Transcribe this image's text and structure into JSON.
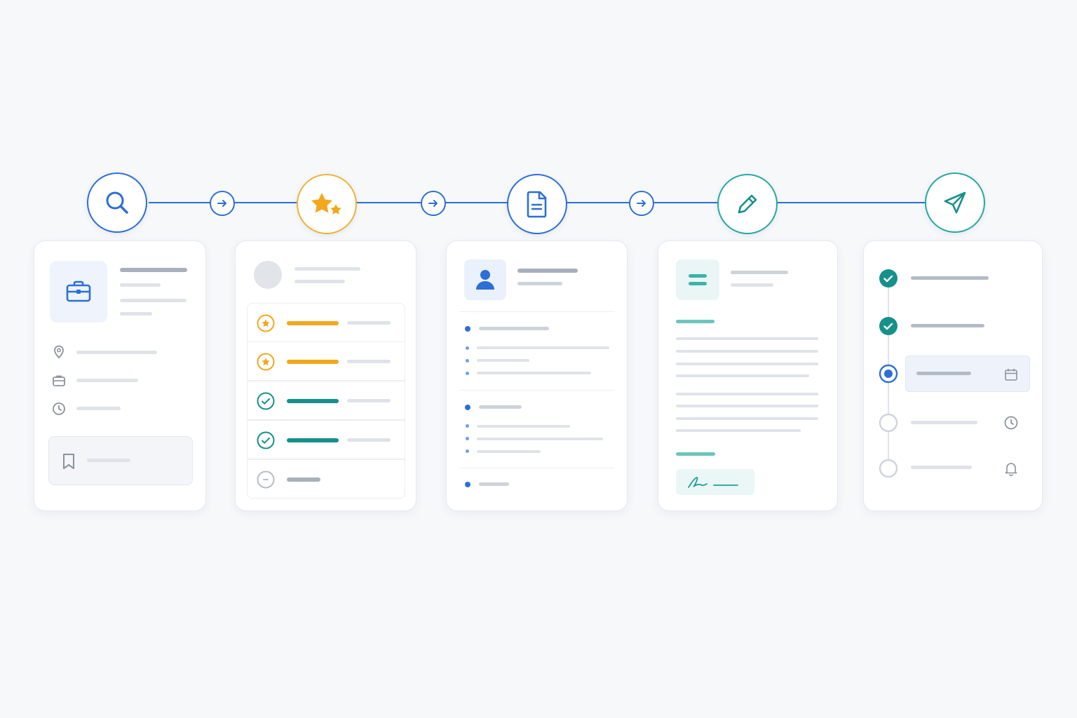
{
  "workflow": {
    "steps": [
      {
        "icon": "search-icon",
        "color": "#2c6fd6"
      },
      {
        "icon": "stars-icon",
        "color": "#f2b233"
      },
      {
        "icon": "document-icon",
        "color": "#2c6fd6"
      },
      {
        "icon": "pencil-icon",
        "color": "#25a9a0"
      },
      {
        "icon": "send-icon",
        "color": "#25a9a0"
      }
    ],
    "connector_icon": "arrow-right-icon"
  },
  "cards": {
    "job_listing": {
      "icon": "briefcase-icon",
      "meta_icons": [
        "location-icon",
        "briefcase-icon",
        "clock-icon"
      ],
      "action_icon": "bookmark-icon"
    },
    "evaluation": {
      "statuses": [
        "starred",
        "starred",
        "checked",
        "checked",
        "neutral"
      ]
    },
    "resume": {
      "icon": "person-icon"
    },
    "cover_letter": {
      "icon": "lines-icon",
      "signature_icon": "signature-icon"
    },
    "tracker": {
      "statuses": [
        "done",
        "done",
        "current",
        "pending",
        "pending"
      ],
      "action_icons": [
        "calendar-icon",
        "clock-icon",
        "bell-icon"
      ]
    }
  },
  "colors": {
    "primary": "#2c6fd6",
    "accent_orange": "#f2b233",
    "accent_teal": "#16908a",
    "muted": "#dfe3e9"
  }
}
